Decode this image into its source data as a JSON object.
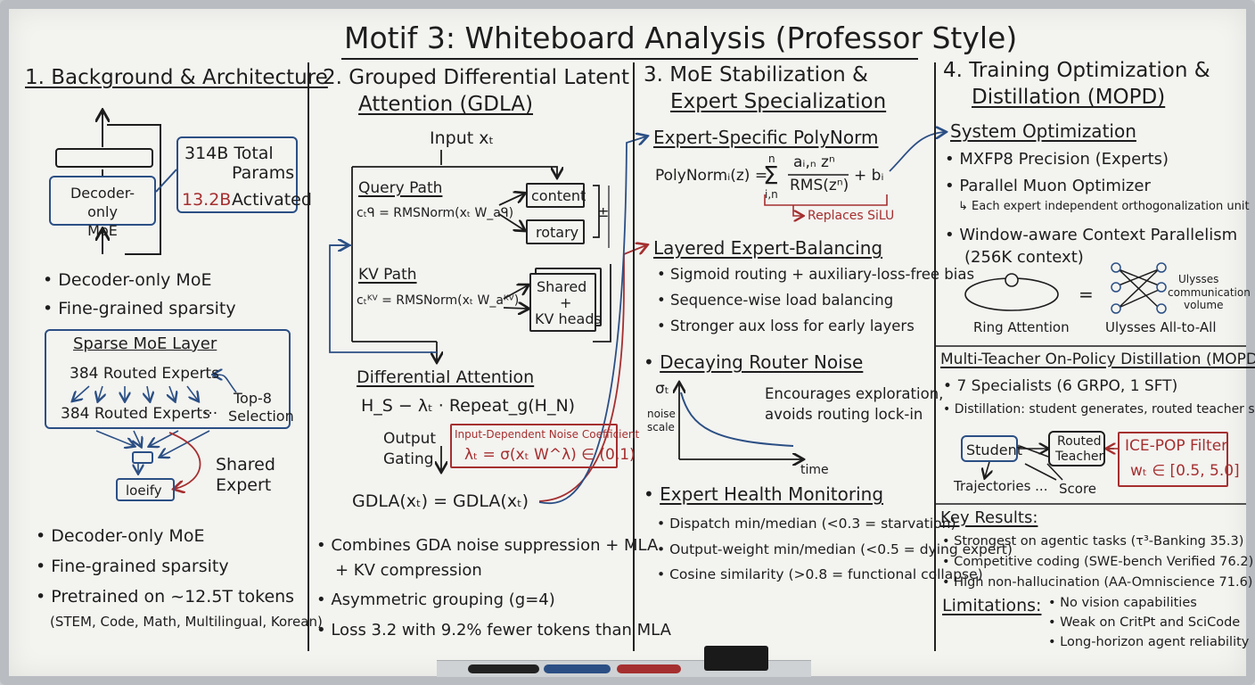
{
  "title": "Motif 3: Whiteboard Analysis (Professor Style)",
  "col1": {
    "header": "1. Background & Architecture",
    "decoder_box": "Decoder-only\nMoE",
    "params_total": "314B Total",
    "params_label": "Params",
    "params_activated_value": "13.2B",
    "params_activated_label": "Activated",
    "bullets_top": [
      "Decoder-only MoE",
      "Fine-grained sparsity"
    ],
    "sparse_title": "Sparse MoE Layer",
    "routed_1": "384 Routed Experts",
    "routed_2": "384 Routed Experts",
    "ellipsis": "···",
    "topk_1": "Top-8",
    "topk_2": "Selection",
    "shared_1": "Shared",
    "shared_2": "Expert",
    "small_box": "loeify",
    "bullets_bottom": [
      "Decoder-only MoE",
      "Fine-grained sparsity",
      "Pretrained on ~12.5T tokens"
    ],
    "pretrain_detail": "(STEM, Code, Math, Multilingual, Korean)"
  },
  "col2": {
    "header_1": "2. Grouped Differential Latent",
    "header_2": "Attention (GDLA)",
    "input": "Input xₜ",
    "query_path": "Query Path",
    "query_eq": "cₜᑫ = RMSNorm(xₜ W_aᑫ)",
    "content": "content",
    "rotary": "rotary",
    "pm": "±",
    "kv_path": "KV Path",
    "kv_eq": "cₜᴷⱽ = RMSNorm(xₜ W_aᴷⱽ)",
    "shared_kv_1": "Shared",
    "shared_kv_2": "+",
    "shared_kv_3": "KV heads",
    "diff_attn": "Differential Attention",
    "diff_eq": "H_S − λₜ · Repeat_g(H_N)",
    "output_1": "Output",
    "output_2": "Gating",
    "noise_title": "Input-Dependent Noise Coefficient",
    "noise_eq": "λₜ = σ(xₜ W^λ) ∈ (0,1)",
    "gdla_eq": "GDLA(xₜ) = GDLA(xₜ)",
    "bullets": [
      "Combines GDA noise suppression + MLA",
      "+ KV compression",
      "Asymmetric grouping (g=4)",
      "Loss 3.2 with 9.2% fewer tokens than MLA"
    ]
  },
  "col3": {
    "header_1": "3. MoE Stabilization &",
    "header_2": "Expert Specialization",
    "polynorm_title": "Expert-Specific PolyNorm",
    "polynorm_lhs": "PolyNormᵢ(z) =",
    "polynorm_sum_top": "n",
    "polynorm_sum": "Σ",
    "polynorm_sum_bottom": "i,n",
    "polynorm_num": "aᵢ,ₙ zⁿ",
    "polynorm_den": "RMS(zⁿ)",
    "polynorm_tail": "+ bᵢ",
    "replaces": "Replaces SiLU",
    "balancing_title": "Layered Expert-Balancing",
    "balancing_bullets": [
      "Sigmoid routing + auxiliary-loss-free bias",
      "Sequence-wise load balancing",
      "Stronger aux loss for early layers"
    ],
    "noise_title": "Decaying Router Noise",
    "sigma": "σₜ",
    "noise_label_1": "noise",
    "noise_label_2": "scale",
    "time": "time",
    "noise_note_1": "Encourages exploration,",
    "noise_note_2": "avoids routing lock-in",
    "health_title": "Expert Health Monitoring",
    "health_bullets": [
      "Dispatch min/median (<0.3 = starvation)",
      "Output-weight min/median (<0.5 = dying expert)",
      "Cosine similarity (>0.8 = functional collapse)"
    ]
  },
  "col4": {
    "header_1": "4. Training Optimization &",
    "header_2": "Distillation (MOPD)",
    "sysopt_title": "System Optimization",
    "sysopt_bullets": [
      "MXFP8 Precision (Experts)",
      "Parallel Muon Optimizer"
    ],
    "muon_note": "↳ Each expert independent orthogonalization unit",
    "window_1": "Window-aware Context Parallelism",
    "window_2": "(256K context)",
    "ring_label": "Ring Attention",
    "equals": "=",
    "ulysses_label": "Ulysses All-to-All",
    "ulysses_note_1": "Ulysses",
    "ulysses_note_2": "communication",
    "ulysses_note_3": "volume",
    "mopd_title": "Multi-Teacher On-Policy Distillation (MOPD)",
    "mopd_bullets": [
      "7 Specialists (6 GRPO, 1 SFT)",
      "Distillation: student generates, routed teacher scores"
    ],
    "student": "Student",
    "teacher_1": "Routed",
    "teacher_2": "Teacher",
    "trajectories": "Trajectories ...",
    "score": "Score",
    "icepop_1": "ICE-POP Filter",
    "icepop_2": "wₜ ∈ [0.5, 5.0]",
    "results_title": "Key Results:",
    "results": [
      "Strongest on agentic tasks (τ³-Banking 35.3)",
      "Competitive coding (SWE-bench Verified 76.2)",
      "High non-hallucination (AA-Omniscience 71.6)"
    ],
    "limits_title": "Limitations:",
    "limits": [
      "No vision capabilities",
      "Weak on CritPt and SciCode",
      "Long-horizon agent reliability"
    ]
  },
  "colors": {
    "blue": "#2b4f84",
    "red": "#a52f2f",
    "ink": "#1d1d1d",
    "board": "#f3f3f0"
  }
}
